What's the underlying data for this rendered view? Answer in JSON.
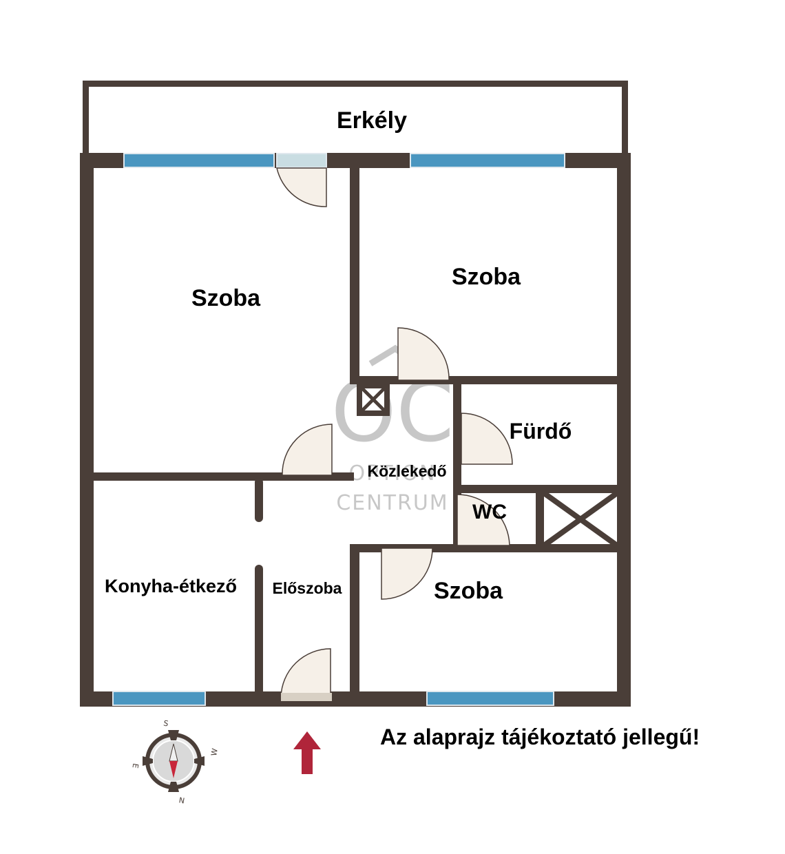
{
  "rooms": {
    "balcony": "Erkély",
    "room_top_left": "Szoba",
    "room_top_right": "Szoba",
    "bathroom": "Fürdő",
    "corridor": "Közlekedő",
    "wc": "WC",
    "kitchen": "Konyha-étkező",
    "hall": "Előszoba",
    "room_bottom_right": "Szoba"
  },
  "watermark": {
    "monogram": "OC",
    "line1": "OPTION",
    "line2": "CENTRUM"
  },
  "compass": {
    "north": "N",
    "south": "S",
    "east": "E",
    "west": "W"
  },
  "note": "Az alaprajz tájékoztató jellegű!",
  "colors": {
    "wall": "#4a3e38",
    "window": "#4a96c0",
    "door_fill": "#f6f0e8",
    "arrow": "#b0253a",
    "watermark": "#9a9a9a"
  }
}
